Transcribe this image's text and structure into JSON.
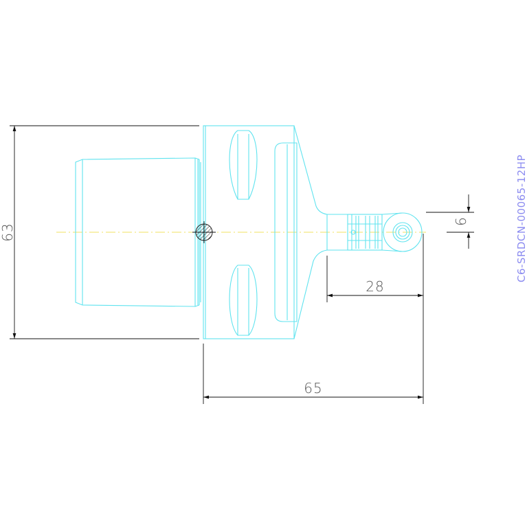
{
  "part_code": "C6-SRDCN-00065-12HP",
  "dimensions": {
    "height": "63",
    "overall_length": "65",
    "head_length": "28",
    "offset": "6"
  },
  "colors": {
    "part_outline": "#5fe3ef",
    "dimension_lines": "#111111",
    "center_line": "#f2e060",
    "code_text": "#8c8cf0"
  }
}
